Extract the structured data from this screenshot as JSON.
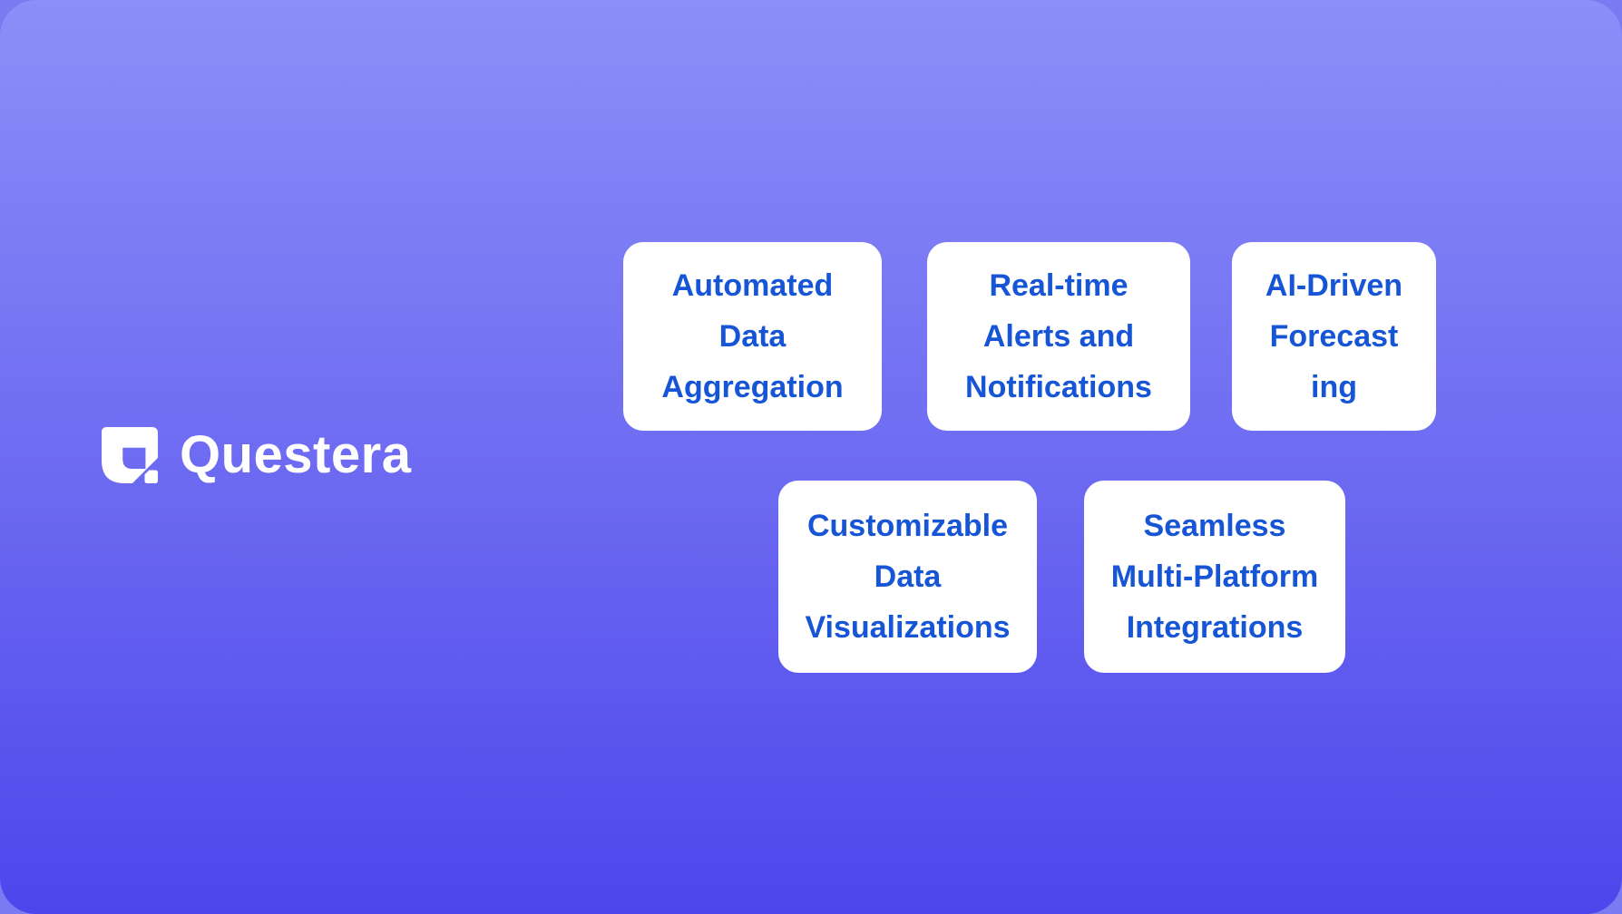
{
  "page": {
    "outer_background": "#7a7bf2",
    "gradient_top": "#8b8ff8",
    "gradient_bottom": "#4d46ec",
    "card_background": "#ffffff",
    "accent_color": "#1655d6"
  },
  "brand": {
    "name": "Questera",
    "logo_icon": "questera-q-mark",
    "text_color": "#ffffff"
  },
  "features": {
    "cards": [
      {
        "title": "Automated Data Aggregation",
        "lines": [
          "Automated",
          "Data",
          "Aggregation"
        ]
      },
      {
        "title": "Real-time Alerts and Notifications",
        "lines": [
          "Real-time",
          "Alerts and",
          "Notifications"
        ]
      },
      {
        "title": "AI-Driven Forecasting",
        "lines": [
          "AI-Driven",
          "Forecast",
          "ing"
        ]
      },
      {
        "title": "Customizable Data Visualizations",
        "lines": [
          "Customizable",
          "Data",
          "Visualizations"
        ]
      },
      {
        "title": "Seamless Multi-Platform Integrations",
        "lines": [
          "Seamless",
          "Multi-Platform",
          "Integrations"
        ]
      }
    ]
  }
}
